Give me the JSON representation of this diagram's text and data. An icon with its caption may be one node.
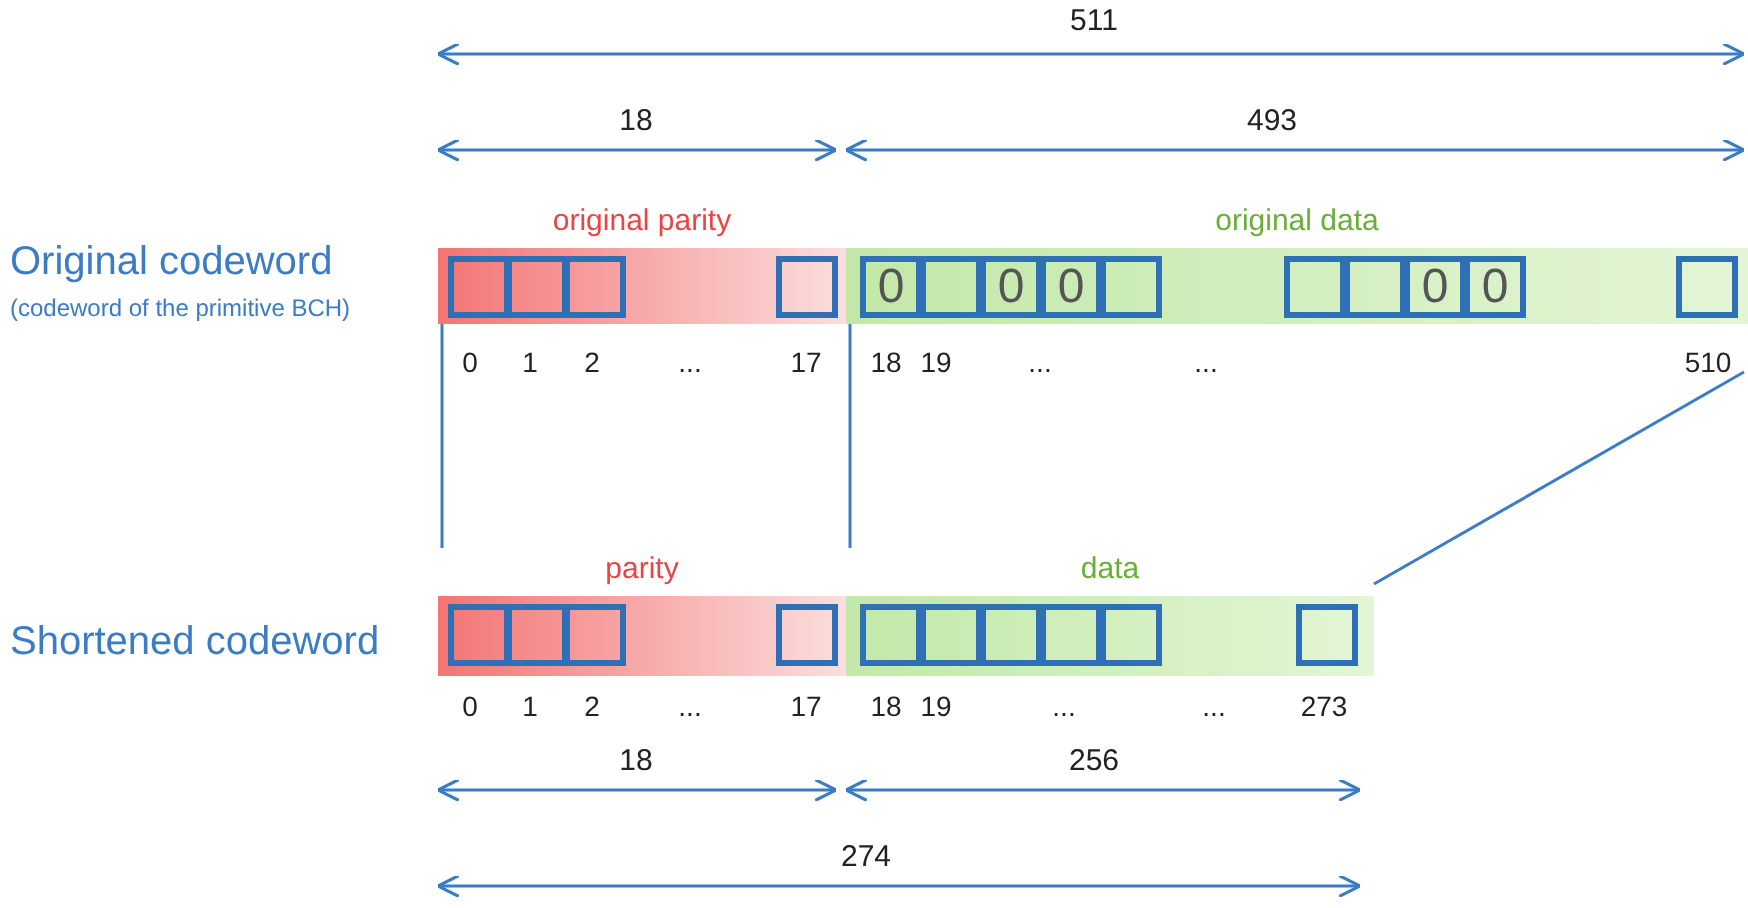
{
  "diagram": {
    "nodes": [
      {
        "text": [
          "original parity"
        ]
      },
      {
        "text": [],
        "shape": "box",
        "in": 0
      },
      {
        "text": [],
        "shape": "box",
        "in": 0
      },
      {
        "text": [],
        "shape": "box",
        "in": 0
      },
      {
        "text": [],
        "shape": "box",
        "in": 0
      },
      {
        "text": [
          "original data"
        ]
      },
      {
        "text": [
          "0"
        ],
        "in": 5
      },
      {
        "text": [],
        "shape": "box",
        "in": 5
      },
      {
        "text": [
          "0"
        ],
        "in": 5
      },
      {
        "text": [
          "0"
        ],
        "in": 5
      },
      {
        "text": [],
        "shape": "box",
        "in": 5
      },
      {
        "text": [],
        "shape": "box",
        "in": 5
      },
      {
        "text": [],
        "shape": "box",
        "in": 5
      },
      {
        "text": [
          "0"
        ],
        "in": 5
      },
      {
        "text": [
          "0"
        ],
        "in": 5
      },
      {
        "text": [],
        "shape": "box",
        "in": 5
      },
      {
        "text": [
          "parity"
        ]
      },
      {
        "text": [],
        "shape": "box",
        "in": 16
      },
      {
        "text": [],
        "shape": "box",
        "in": 16
      },
      {
        "text": [],
        "shape": "box",
        "in": 16
      },
      {
        "text": [],
        "shape": "box",
        "in": 16
      },
      {
        "text": [
          "data"
        ]
      },
      {
        "text": [],
        "shape": "box",
        "in": 21
      },
      {
        "text": [],
        "shape": "box",
        "in": 21
      },
      {
        "text": [],
        "shape": "box",
        "in": 21
      },
      {
        "text": [],
        "shape": "box",
        "in": 21
      },
      {
        "text": [],
        "shape": "box",
        "in": 21
      },
      {
        "text": [],
        "shape": "box",
        "in": 21
      }
    ],
    "edges": [
      {
        "from": 0,
        "to": 16,
        "arrow": "none"
      },
      {
        "from": 5,
        "to": 21,
        "arrow": "none"
      },
      {
        "from": 5,
        "to": 21,
        "arrow": "none"
      }
    ],
    "labels": [
      "511",
      "18",
      "493",
      "Original codeword",
      "(codeword of the primitive BCH)",
      "0",
      "1",
      "2",
      "...",
      "17",
      "18",
      "19",
      "...",
      "...",
      "510",
      "Shortened codeword",
      "0",
      "1",
      "2",
      "...",
      "17",
      "18",
      "19",
      "...",
      "...",
      "273",
      "18",
      "256",
      "274"
    ]
  }
}
